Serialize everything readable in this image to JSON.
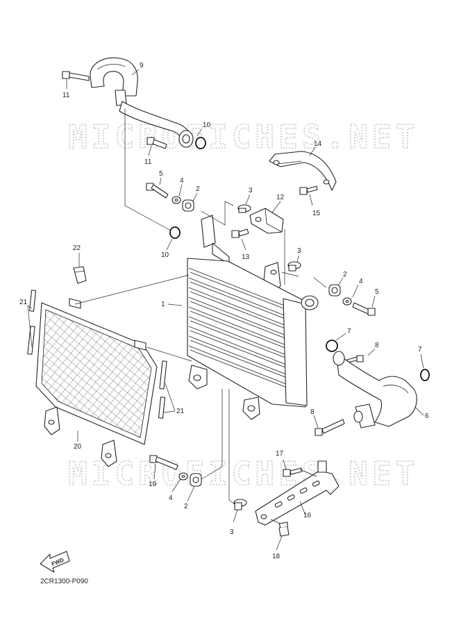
{
  "watermark": "MICROFICHES.NET",
  "diagram_code": "2CR1300-P090",
  "fwd_label": "FWD",
  "callouts": [
    {
      "id": "c9",
      "label": "9"
    },
    {
      "id": "c11a",
      "label": "11"
    },
    {
      "id": "c10a",
      "label": "10"
    },
    {
      "id": "c11b",
      "label": "11"
    },
    {
      "id": "c14",
      "label": "14"
    },
    {
      "id": "c5a",
      "label": "5"
    },
    {
      "id": "c4a",
      "label": "4"
    },
    {
      "id": "c2a",
      "label": "2"
    },
    {
      "id": "c3a",
      "label": "3"
    },
    {
      "id": "c12",
      "label": "12"
    },
    {
      "id": "c15",
      "label": "15"
    },
    {
      "id": "c13",
      "label": "13"
    },
    {
      "id": "c10b",
      "label": "10"
    },
    {
      "id": "c22",
      "label": "22"
    },
    {
      "id": "c3b",
      "label": "3"
    },
    {
      "id": "c2b",
      "label": "2"
    },
    {
      "id": "c4b",
      "label": "4"
    },
    {
      "id": "c5b",
      "label": "5"
    },
    {
      "id": "c1",
      "label": "1"
    },
    {
      "id": "c21a",
      "label": "21"
    },
    {
      "id": "c7a",
      "label": "7"
    },
    {
      "id": "c8a",
      "label": "8"
    },
    {
      "id": "c7b",
      "label": "7"
    },
    {
      "id": "c21b",
      "label": "21"
    },
    {
      "id": "c6",
      "label": "6"
    },
    {
      "id": "c8b",
      "label": "8"
    },
    {
      "id": "c20",
      "label": "20"
    },
    {
      "id": "c17",
      "label": "17"
    },
    {
      "id": "c19",
      "label": "19"
    },
    {
      "id": "c4c",
      "label": "4"
    },
    {
      "id": "c2c",
      "label": "2"
    },
    {
      "id": "c16",
      "label": "16"
    },
    {
      "id": "c3c",
      "label": "3"
    },
    {
      "id": "c18",
      "label": "18"
    }
  ]
}
